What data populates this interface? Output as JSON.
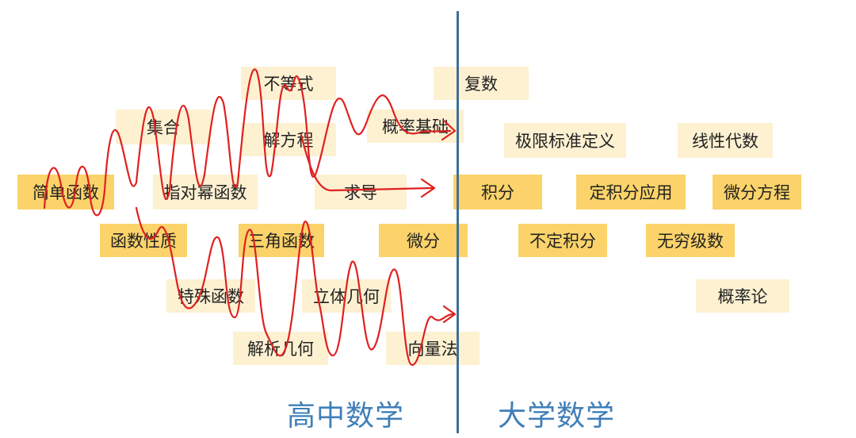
{
  "sections": {
    "left": "高中数学",
    "right": "大学数学"
  },
  "nodes": {
    "budengshi": "不等式",
    "fushu": "复数",
    "jihe": "集合",
    "jiefangcheng": "解方程",
    "gailvjichu": "概率基础",
    "jixianbiaozhundingyi": "极限标准定义",
    "xianxingdaishu": "线性代数",
    "jiandanhanshu": "简单函数",
    "zhiduimihanshu": "指对幂函数",
    "qiudao": "求导",
    "jifen": "积分",
    "dingjifenyingyong": "定积分应用",
    "weifenfangcheng": "微分方程",
    "hanshuxingzhi": "函数性质",
    "sanjiaohanshu": "三角函数",
    "weifen": "微分",
    "budingjifen": "不定积分",
    "wuqiongjishu": "无穷级数",
    "gailvlun": "概率论",
    "teshuhanshu": "特殊函数",
    "litijihe": "立体几何",
    "jiexijihe": "解析几何",
    "xiangliangfa": "向量法"
  },
  "colors": {
    "box_pale": "#fdf1d2",
    "box_strong": "#fbd36a",
    "divider": "#3d6f97",
    "section_text": "#3f7fb8",
    "scribble": "#e02020"
  }
}
